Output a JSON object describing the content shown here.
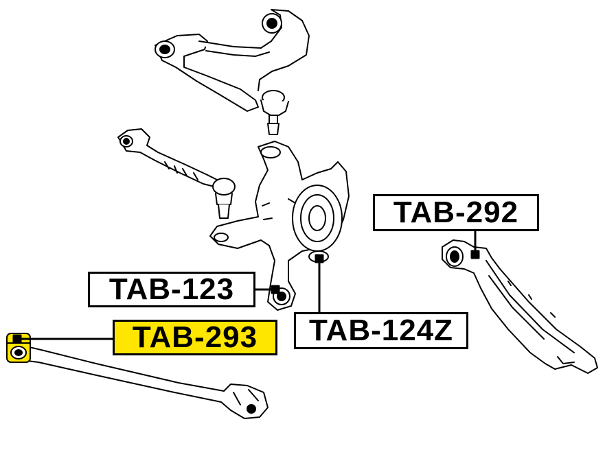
{
  "labels": {
    "tab_292": "TAB-292",
    "tab_123": "TAB-123",
    "tab_293": "TAB-293",
    "tab_124z": "TAB-124Z"
  },
  "colors": {
    "highlight": "#ffe600",
    "line": "#000000",
    "background": "#ffffff"
  }
}
